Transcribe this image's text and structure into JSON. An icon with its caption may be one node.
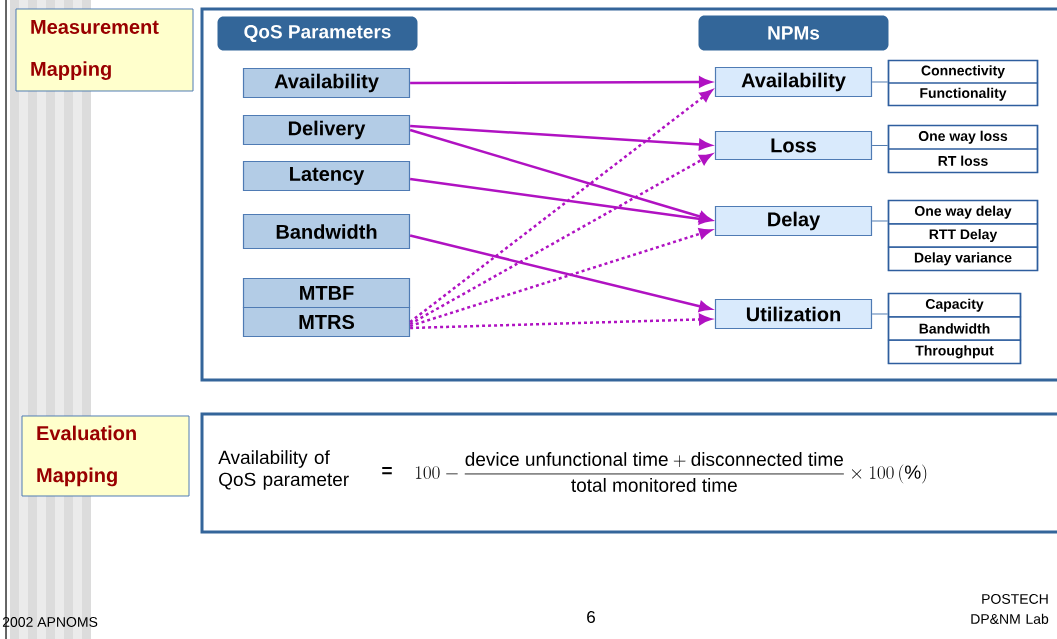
{
  "diagram": {
    "nodes": [
      {
        "text": [
          "Measurement Mapping"
        ]
      },
      {
        "text": [],
        "shape": "box"
      },
      {
        "text": [
          "QoS Parameters"
        ],
        "in": 1
      },
      {
        "text": [
          "NPMs"
        ],
        "in": 1
      },
      {
        "text": [
          "Availability"
        ],
        "in": 1
      },
      {
        "text": [
          "Delivery"
        ],
        "in": 1
      },
      {
        "text": [
          "Latency"
        ],
        "in": 1
      },
      {
        "text": [
          "Bandwidth"
        ],
        "in": 1
      },
      {
        "text": [
          "MTBF"
        ],
        "in": 1
      },
      {
        "text": [
          "MTRS"
        ],
        "in": 1
      },
      {
        "text": [
          "Availability"
        ],
        "in": 1
      },
      {
        "text": [
          "Connectivity",
          "Functionality"
        ],
        "in": 1
      },
      {
        "text": [
          "Loss"
        ],
        "in": 1
      },
      {
        "text": [
          "One way loss",
          "RT loss"
        ],
        "in": 1
      },
      {
        "text": [
          "Delay"
        ],
        "in": 1
      },
      {
        "text": [
          "One way delay",
          "RTT Delay",
          "Delay variance"
        ],
        "in": 1
      },
      {
        "text": [
          "Utilization"
        ],
        "in": 1
      },
      {
        "text": [
          "Capacity",
          "Bandwidth",
          "Throughput"
        ],
        "in": 1
      },
      {
        "text": [
          "Evaluation Mapping"
        ]
      },
      {
        "text": [
          "Availability of QoS parameter",
          "=",
          "100-\\frac{\\text{device unfunctional time}+\\text{disconnected time}}{\\text{total monitored time}}\\times 100\\,(\\%)"
        ]
      }
    ],
    "edges": [
      {
        "from": 4,
        "to": 10,
        "arrow": "to"
      },
      {
        "from": 5,
        "to": 12,
        "arrow": "to"
      },
      {
        "from": 5,
        "to": 14,
        "arrow": "to"
      },
      {
        "from": 6,
        "to": 14,
        "arrow": "to"
      },
      {
        "from": 7,
        "to": 16,
        "arrow": "to"
      },
      {
        "from": 9,
        "to": 10,
        "arrow": "to",
        "style": "dashed"
      },
      {
        "from": 9,
        "to": 12,
        "arrow": "to",
        "style": "dashed"
      },
      {
        "from": 9,
        "to": 14,
        "arrow": "to",
        "style": "dashed"
      },
      {
        "from": 9,
        "to": 16,
        "arrow": "to",
        "style": "dashed"
      },
      {
        "from": 10,
        "to": 11,
        "arrow": "none",
        "color": "#4f7ab0"
      },
      {
        "from": 12,
        "to": 13,
        "arrow": "none",
        "color": "#4f7ab0"
      },
      {
        "from": 14,
        "to": 15,
        "arrow": "none",
        "color": "#4f7ab0"
      },
      {
        "from": 16,
        "to": 17,
        "arrow": "none",
        "color": "#4f7ab0"
      }
    ],
    "labels": [
      "2002 APNOMS",
      "6",
      "POSTECH DP&NM Lab"
    ]
  }
}
